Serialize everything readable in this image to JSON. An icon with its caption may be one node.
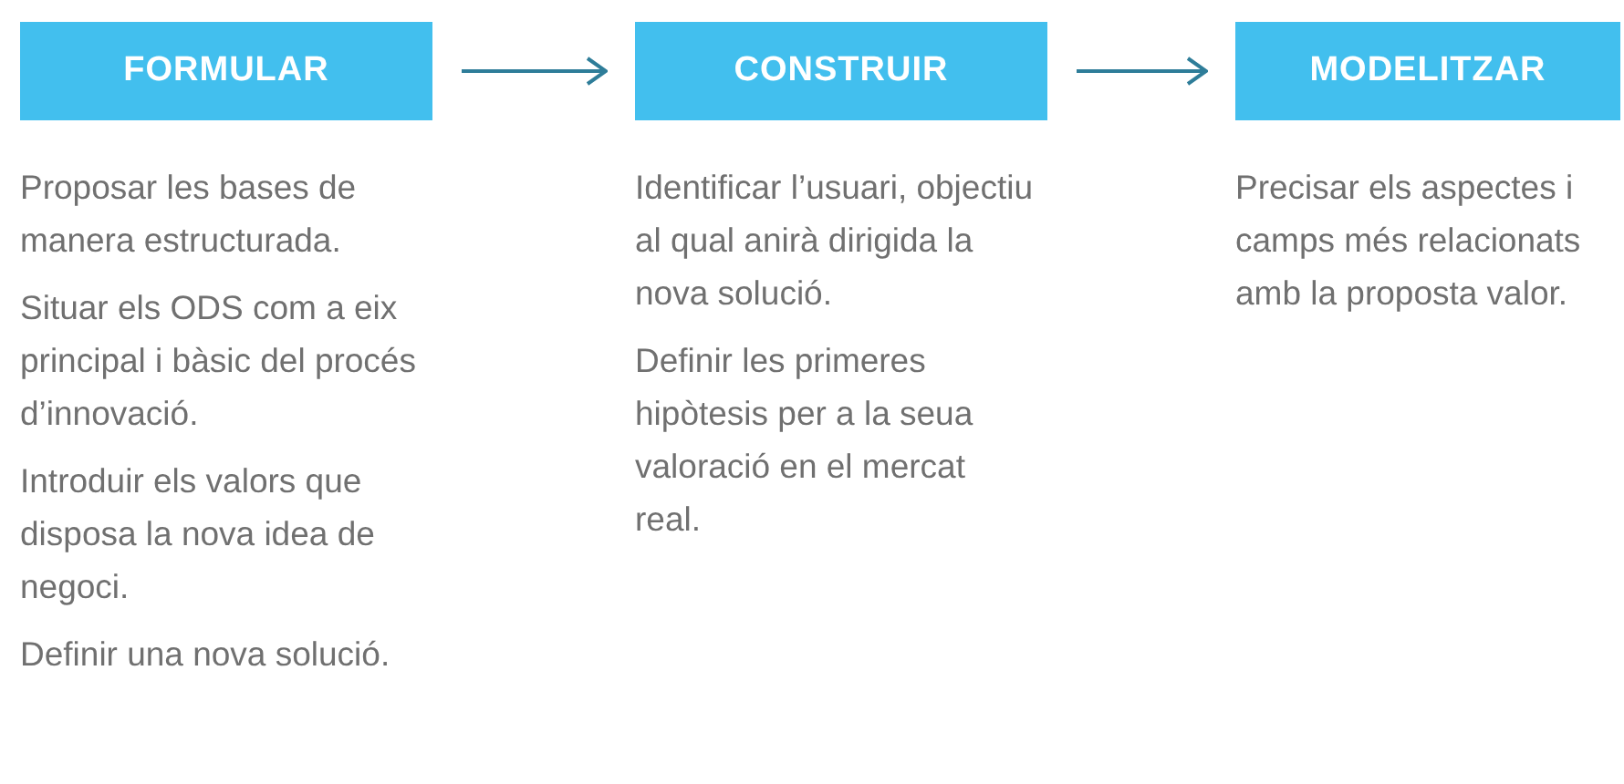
{
  "diagram": {
    "nodes": [
      {
        "text": [
          "FORMULAR"
        ],
        "beside": [
          "Proposar les bases de manera estructurada.",
          "Situar els ODS com a eix principal i bàsic del procés d’innovació.",
          "Introduir els valors que disposa la nova idea de negoci.",
          "Definir una nova solució."
        ]
      },
      {
        "text": [
          "CONSTRUIR"
        ],
        "beside": [
          "Identificar l’usuari, objectiu al qual anirà dirigida la nova solució.",
          "Definir les primeres hipòtesis per a la seua valoració en el mercat real."
        ]
      },
      {
        "text": [
          "MODELITZAR"
        ],
        "beside": [
          "Precisar els aspectes i camps més relacionats amb la proposta valor."
        ]
      }
    ],
    "edges": [
      {
        "from": 0,
        "to": 1,
        "arrow": "to"
      },
      {
        "from": 1,
        "to": 2,
        "arrow": "to"
      }
    ]
  }
}
